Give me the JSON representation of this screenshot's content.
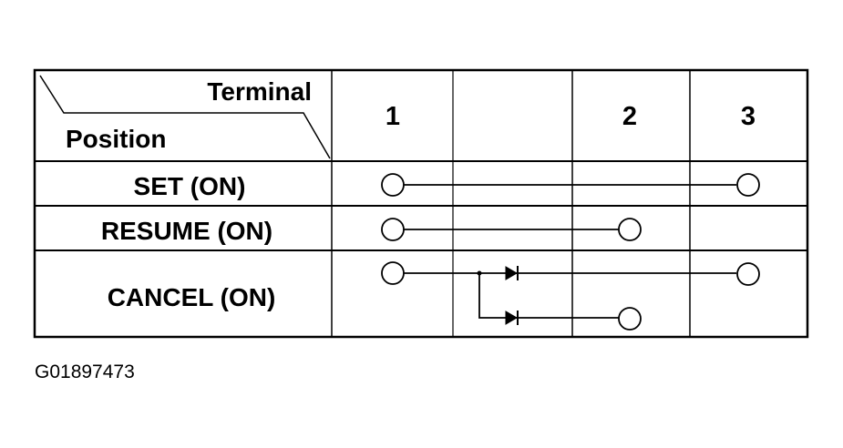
{
  "header": {
    "terminal_label": "Terminal",
    "position_label": "Position",
    "columns": [
      "1",
      "",
      "2",
      "3"
    ]
  },
  "rows": [
    {
      "label": "SET (ON)"
    },
    {
      "label": "RESUME (ON)"
    },
    {
      "label": "CANCEL (ON)"
    }
  ],
  "figure_code": "G01897473"
}
